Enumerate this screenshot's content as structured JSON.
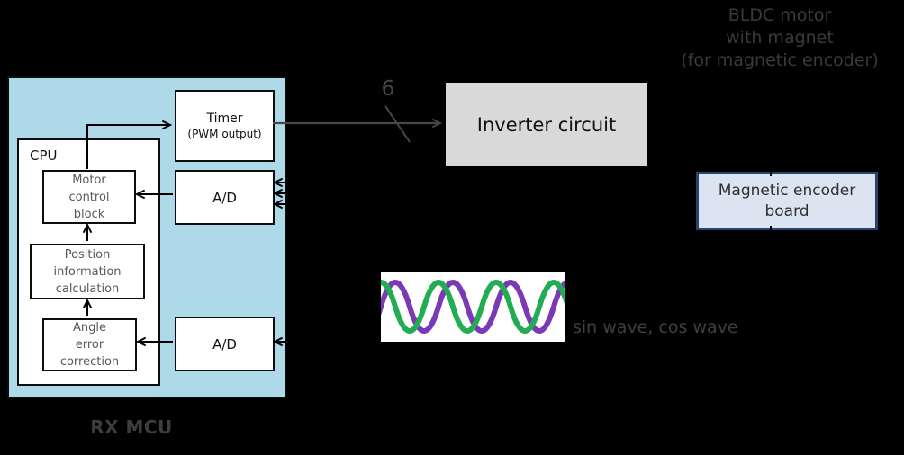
{
  "diagram": {
    "mcu": {
      "label": "RX MCU",
      "cpu_label": "CPU",
      "timer": {
        "title": "Timer",
        "subtitle": "(PWM output)"
      },
      "ad_top_label": "A/D",
      "ad_bottom_label": "A/D",
      "motor_control_lines": [
        "Motor",
        "control",
        "block"
      ],
      "position_lines": [
        "Position",
        "information",
        "calculation"
      ],
      "angle_lines": [
        "Angle",
        "error",
        "correction"
      ]
    },
    "inverter_label": "Inverter circuit",
    "bus_width_label": "6",
    "bldc_lines": [
      "BLDC motor",
      "with magnet",
      "(for magnetic encoder)"
    ],
    "encoder_lines": [
      "Magnetic encoder",
      "board"
    ],
    "wave_caption": "sin wave, cos wave"
  },
  "colors": {
    "background": "#000000",
    "mcu_fill": "#aed9e8",
    "inverter_fill": "#d9d9d9",
    "encoder_fill": "#dbe5f1",
    "encoder_border": "#26456e",
    "wave_green": "#22ad52",
    "wave_purple": "#7a3ab5",
    "arrow_black": "#000000",
    "arrow_gray": "#474747",
    "outside_label_gray": "#3f3f3f",
    "cpu_block_text_gray": "#595959"
  }
}
